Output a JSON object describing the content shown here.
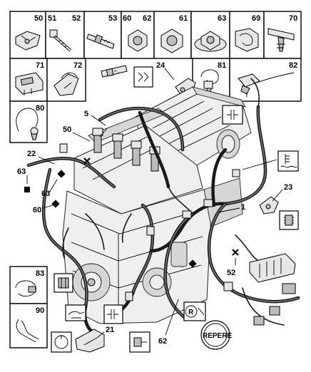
{
  "grid_top": [
    {
      "num": "50",
      "icon": "clip-plate-icon"
    },
    {
      "num": "51",
      "icon": "bolt-icon"
    },
    {
      "num": "52",
      "icon": "bolt-icon"
    },
    {
      "num": "53",
      "icon": "stud-icon"
    },
    {
      "num": "60",
      "icon": "nut-icon"
    },
    {
      "num": "62",
      "icon": "nut-icon"
    },
    {
      "num": "61",
      "icon": "nut-icon"
    },
    {
      "num": "63",
      "icon": "flange-nut-icon"
    },
    {
      "num": "69",
      "icon": "harness-clip-icon"
    },
    {
      "num": "70",
      "icon": "push-clip-icon"
    }
  ],
  "grid_mid": [
    {
      "num": "71",
      "icon": "connector-block-icon"
    },
    {
      "num": "72",
      "icon": "connector-clip-icon"
    },
    {
      "num": "81",
      "icon": "cable-clip-icon"
    },
    {
      "num": "82",
      "icon": "connector-lead-icon"
    },
    {
      "num": "80",
      "icon": "tie-strap-icon"
    }
  ],
  "grid_bottom": [
    {
      "num": "83",
      "icon": "cable-tie-icon"
    },
    {
      "num": "90",
      "icon": "spring-clip-icon"
    }
  ],
  "callouts": [
    {
      "id": "c24",
      "text": "24"
    },
    {
      "id": "c5",
      "text": "5"
    },
    {
      "id": "c50",
      "text": "50"
    },
    {
      "id": "c22",
      "text": "22"
    },
    {
      "id": "c63a",
      "text": "63"
    },
    {
      "id": "c63b",
      "text": "63"
    },
    {
      "id": "c60",
      "text": "60"
    },
    {
      "id": "c23",
      "text": "23"
    },
    {
      "id": "c1",
      "text": "1"
    },
    {
      "id": "c52",
      "text": "52"
    },
    {
      "id": "c21",
      "text": "21"
    },
    {
      "id": "c62",
      "text": "62"
    }
  ],
  "symbols": {
    "r_label": "R",
    "repere_label": "REPERE"
  },
  "colors": {
    "line": "#000000",
    "engine_fill": "#efefef",
    "harness": "#1a1a1a",
    "background": "#ffffff"
  }
}
